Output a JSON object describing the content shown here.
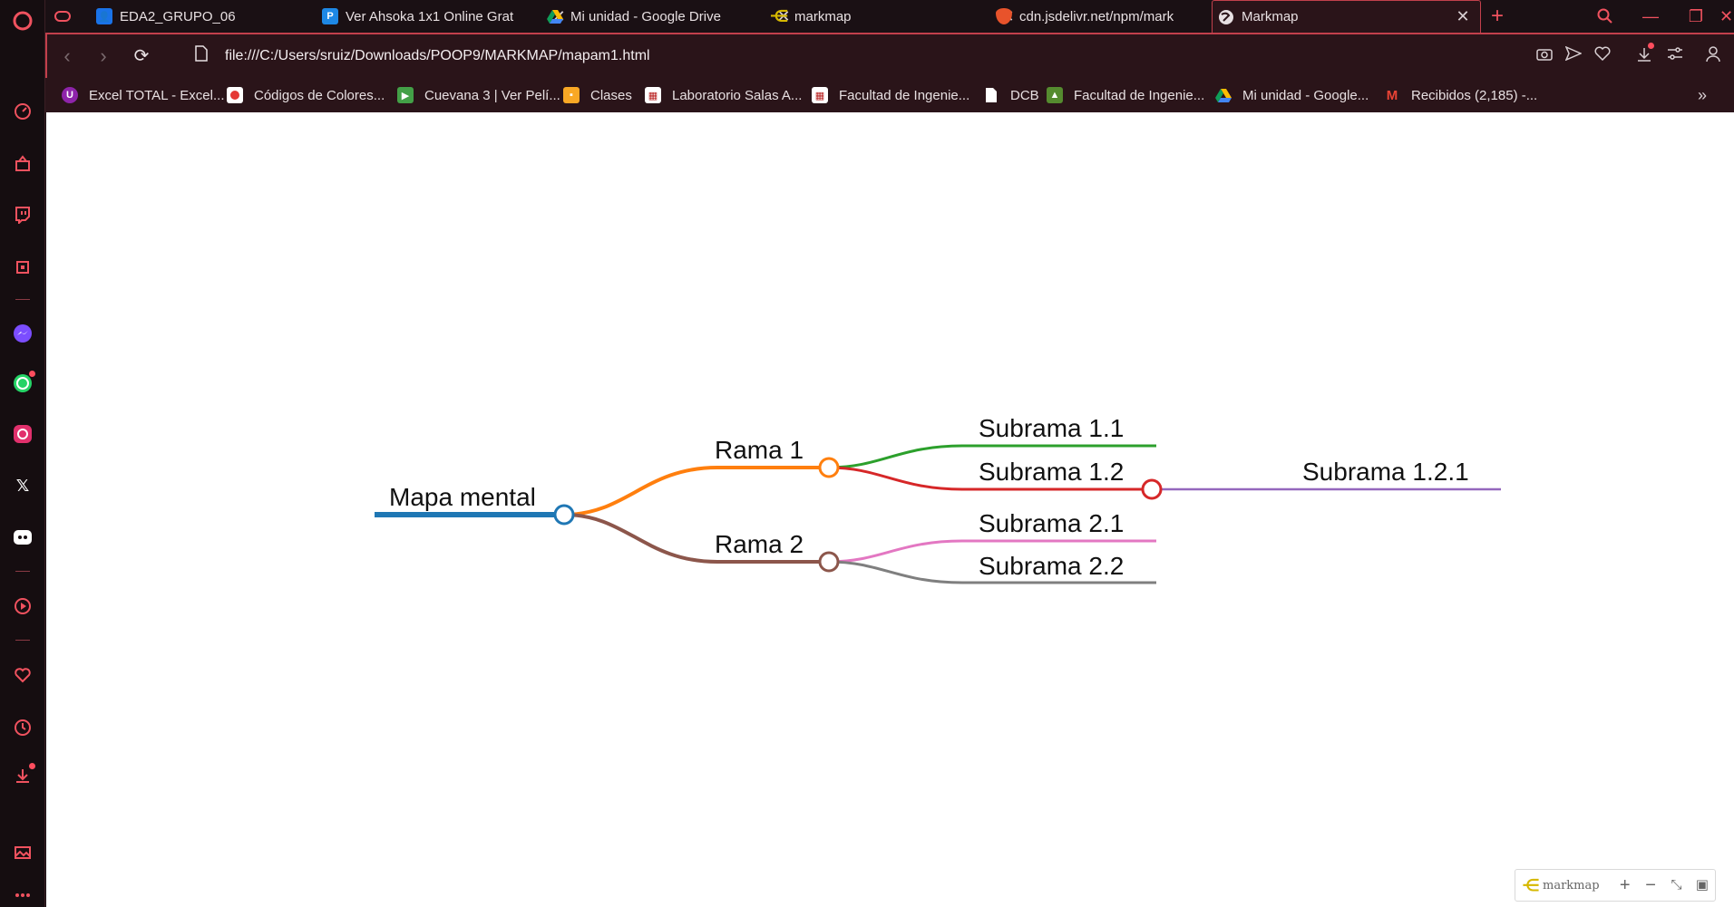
{
  "tabs": [
    {
      "title": "",
      "icon": "game-controller-icon",
      "active": false
    },
    {
      "title": "EDA2_GRUPO_06",
      "icon": "classroom-icon",
      "active": false
    },
    {
      "title": "Ver Ahsoka 1x1 Online Grat",
      "icon": "p-icon",
      "active": false
    },
    {
      "title": "Mi unidad - Google Drive",
      "icon": "google-drive-icon",
      "active": false
    },
    {
      "title": "markmap",
      "icon": "markmap-icon",
      "active": false
    },
    {
      "title": "cdn.jsdelivr.net/npm/mark",
      "icon": "shield-icon",
      "active": false
    },
    {
      "title": "Markmap",
      "icon": "globe-icon",
      "active": true
    }
  ],
  "address": {
    "url": "file:///C:/Users/sruiz/Downloads/POOP9/MARKMAP/mapam1.html"
  },
  "bookmarks": [
    {
      "label": "Excel TOTAL - Excel...",
      "icon": "purple-circle-icon"
    },
    {
      "label": "Códigos de Colores...",
      "icon": "red-square-icon"
    },
    {
      "label": "Cuevana 3 | Ver Pelí...",
      "icon": "play-icon"
    },
    {
      "label": "Clases",
      "icon": "classroom-icon"
    },
    {
      "label": "Laboratorio Salas A...",
      "icon": "unam-icon"
    },
    {
      "label": "Facultad de Ingenie...",
      "icon": "unam-icon"
    },
    {
      "label": "DCB",
      "icon": "file-icon"
    },
    {
      "label": "Facultad de Ingenie...",
      "icon": "green-square-icon"
    },
    {
      "label": "Mi unidad - Google...",
      "icon": "google-drive-icon"
    },
    {
      "label": "Recibidos (2,185) -...",
      "icon": "gmail-icon"
    }
  ],
  "mindmap": {
    "root": "Mapa mental",
    "branch1": "Rama 1",
    "branch2": "Rama 2",
    "sub11": "Subrama 1.1",
    "sub12": "Subrama 1.2",
    "sub121": "Subrama 1.2.1",
    "sub21": "Subrama 2.1",
    "sub22": "Subrama 2.2",
    "colors": {
      "root": "#1f77b4",
      "branch1": "#ff7f0e",
      "branch2": "#8c564b",
      "sub11": "#2ca02c",
      "sub12": "#d62728",
      "sub121": "#9467bd",
      "sub21": "#e377c2",
      "sub22": "#7f7f7f"
    }
  },
  "markmap_toolbar": {
    "brand": "markmap"
  },
  "theme": {
    "accent": "#f0525f"
  }
}
